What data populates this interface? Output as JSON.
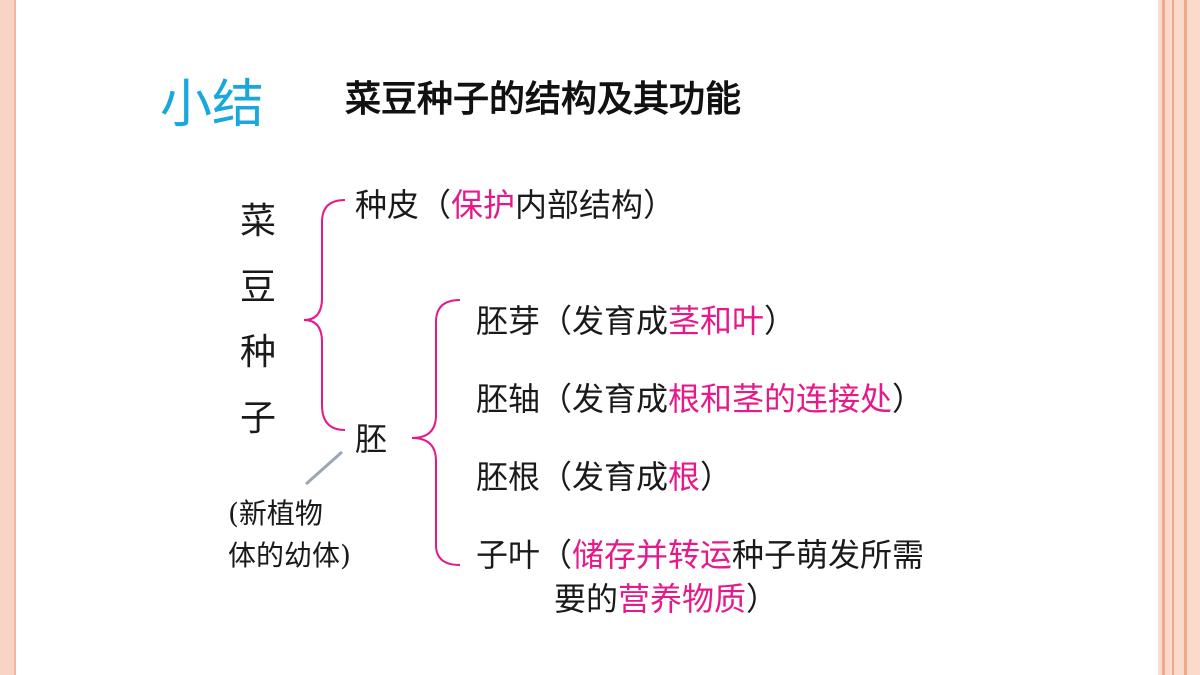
{
  "title": {
    "main": "小结",
    "sub": "菜豆种子的结构及其功能"
  },
  "root": {
    "chars": [
      "菜",
      "豆",
      "种",
      "子"
    ]
  },
  "seed_coat": {
    "name": "种皮",
    "open": "（",
    "function_highlight": "保护",
    "function_rest": "内部结构",
    "close": "）"
  },
  "embryo": {
    "name": "胚",
    "note_line1": "(新植物",
    "note_line2": "体的幼体)",
    "parts": [
      {
        "name": "胚芽",
        "prefix": "（发育成",
        "highlight": "茎和叶",
        "suffix": "）"
      },
      {
        "name": "胚轴",
        "prefix": "（发育成",
        "highlight": "根和茎的连接处",
        "suffix": "）"
      },
      {
        "name": "胚根",
        "prefix": "（发育成",
        "highlight": "根",
        "suffix": "）"
      }
    ],
    "cotyledon": {
      "name": "子叶",
      "open": "（",
      "highlight1": "储存并转运",
      "mid": "种子萌发所需",
      "line2_start": "要的",
      "highlight2": "营养物质",
      "close": "）"
    }
  },
  "colors": {
    "title_accent": "#1aa7dc",
    "highlight": "#e6198a",
    "brace": "#e6198a",
    "connector": "#9aa6b2",
    "border": "#f9d3c4"
  }
}
